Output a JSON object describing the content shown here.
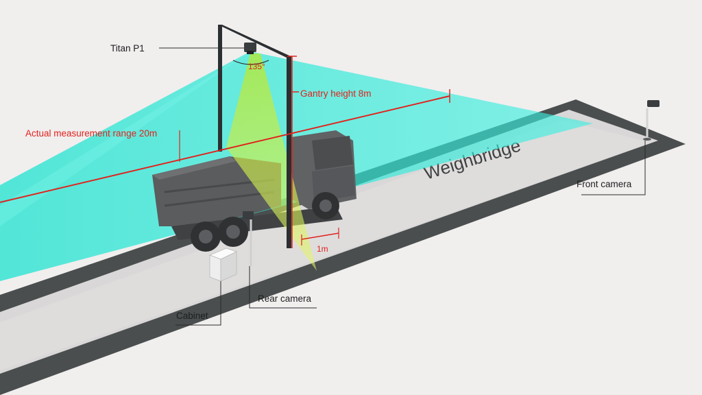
{
  "diagram": {
    "labels": {
      "titan": "Titan P1",
      "angle": "135°",
      "gantry_height": "Gantry height 8m",
      "measurement_range": "Actual measurement range 20m",
      "weighbridge": "Weighbridge",
      "front_camera": "Front camera",
      "rear_camera": "Rear camera",
      "cabinet": "Cabinet",
      "offset": "1m"
    },
    "colors": {
      "background": "#f1eeee",
      "road": "#4a4e4e",
      "weighbridge": "#d9d7d7",
      "laser_fan": "#1fe8d6",
      "sensor_beam": "#c8ef3a",
      "dimension_red": "#e0231d",
      "truck": "#5a5c5e",
      "gantry": "#2c2f31"
    }
  }
}
